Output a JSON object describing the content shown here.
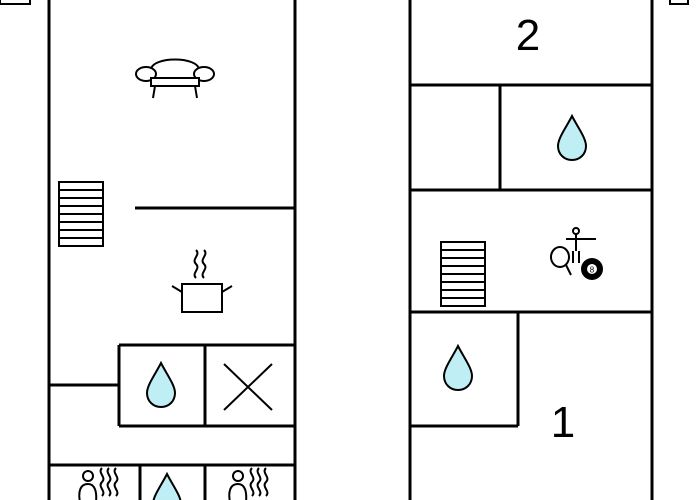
{
  "colors": {
    "wall": "#000000",
    "background": "#ffffff",
    "water_fill": "#bfeff5"
  },
  "floors": [
    {
      "label": "",
      "rooms": [
        {
          "icon": "sofa-icon"
        },
        {
          "icon": "stairs-icon"
        },
        {
          "icon": "cooking-pot-icon"
        },
        {
          "icon": "water-drop-icon"
        },
        {
          "icon": "cross-icon"
        },
        {
          "icon": "sauna-icon"
        },
        {
          "icon": "water-drop-icon"
        },
        {
          "icon": "sauna-icon"
        }
      ]
    },
    {
      "label": "",
      "rooms": [
        {
          "label": "2"
        },
        {
          "icon": "water-drop-icon"
        },
        {
          "icon": "stairs-icon"
        },
        {
          "icon": "games-icon"
        },
        {
          "icon": "water-drop-icon"
        },
        {
          "label": "1"
        }
      ]
    }
  ],
  "room_labels": {
    "room_2": "2",
    "room_1": "1"
  },
  "game_ball_number": "8"
}
